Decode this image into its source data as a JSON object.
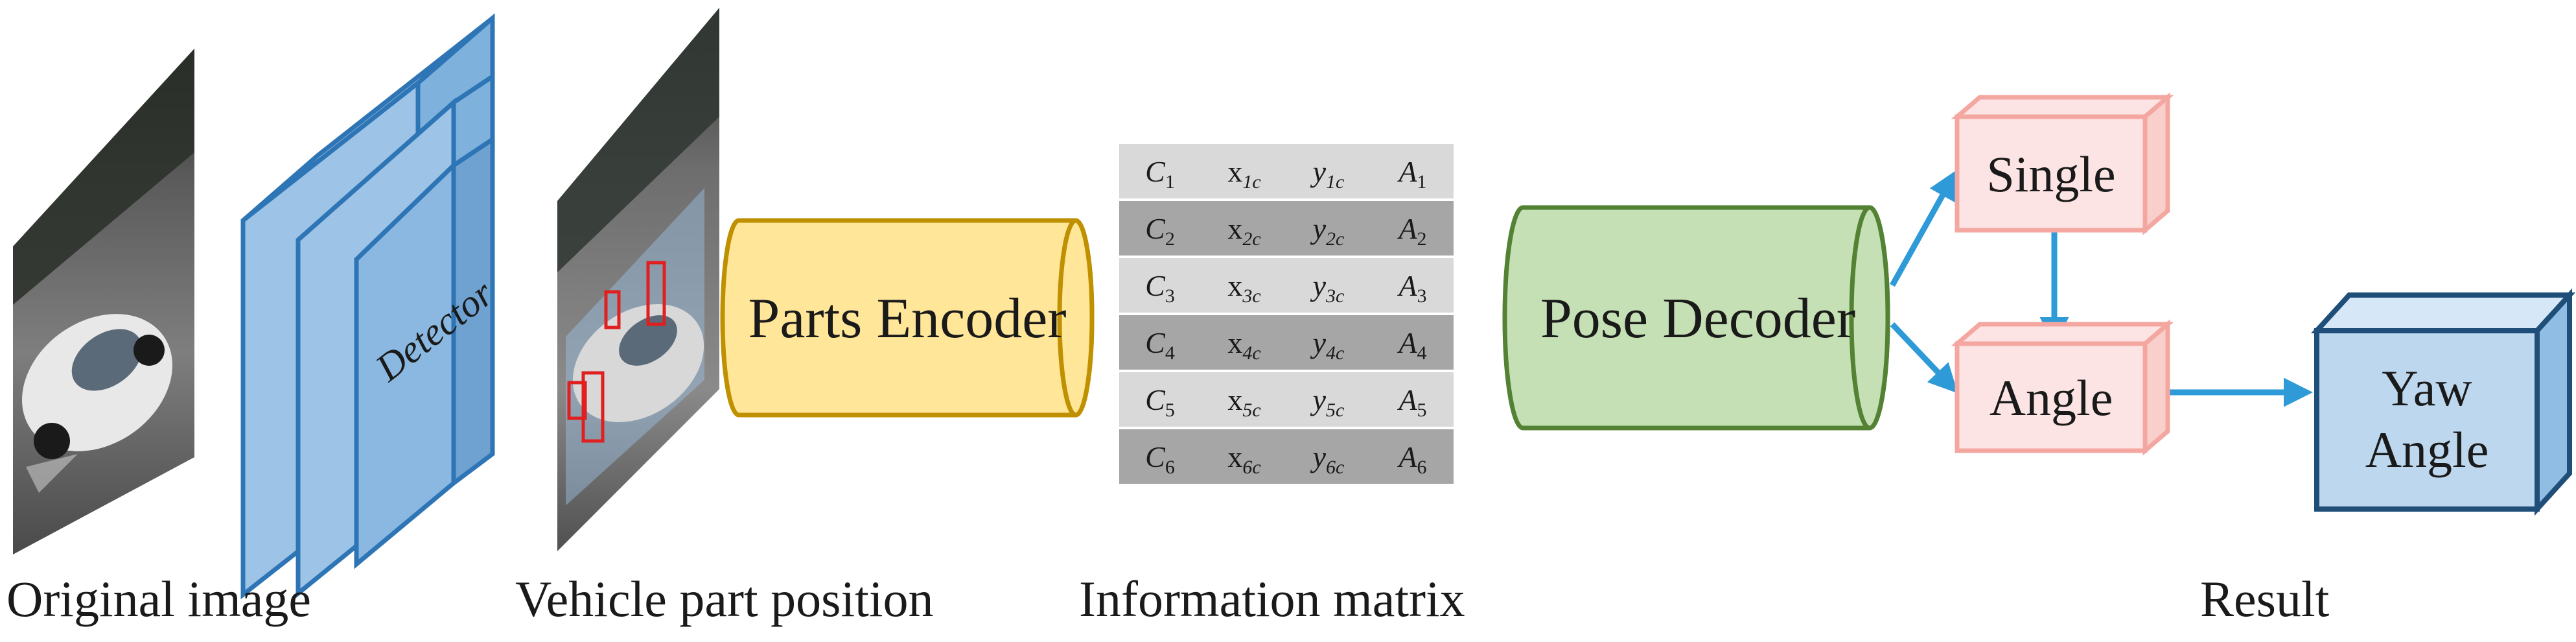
{
  "captions": {
    "original_image": "Original image",
    "vehicle_part_position": "Vehicle part position",
    "information_matrix": "Information matrix",
    "result": "Result"
  },
  "blocks": {
    "detector": "Detector",
    "parts_encoder": "Parts Encoder",
    "pose_decoder": "Pose Decoder",
    "single": "Single",
    "angle": "Angle",
    "yaw_line1": "Yaw",
    "yaw_line2": "Angle"
  },
  "matrix": {
    "rows": [
      [
        "C",
        "1",
        "x",
        "1c",
        "y",
        "1c",
        "A",
        "1"
      ],
      [
        "C",
        "2",
        "x",
        "2c",
        "y",
        "2c",
        "A",
        "2"
      ],
      [
        "C",
        "3",
        "x",
        "3c",
        "y",
        "3c",
        "A",
        "3"
      ],
      [
        "C",
        "4",
        "x",
        "4c",
        "y",
        "4c",
        "A",
        "4"
      ],
      [
        "C",
        "5",
        "x",
        "5c",
        "y",
        "5c",
        "A",
        "5"
      ],
      [
        "C",
        "6",
        "x",
        "6c",
        "y",
        "6c",
        "A",
        "6"
      ]
    ]
  },
  "colors": {
    "detector_fill": "#9dc3e6",
    "detector_stroke": "#2e75b6",
    "encoder_fill": "#ffe699",
    "encoder_stroke": "#bf9000",
    "decoder_fill": "#c5e0b4",
    "decoder_stroke": "#548235",
    "result_fill": "#fce4e4",
    "result_stroke": "#f4a7a0",
    "yaw_fill": "#bdd7ee",
    "yaw_stroke": "#1f4e79",
    "arrow": "#2e9ad8",
    "matrix_light": "#d9d9d9",
    "matrix_dark": "#a6a6a6",
    "part_box": "#e02020"
  },
  "icons": [
    "car-photo-icon",
    "car-photo-with-parts-icon"
  ]
}
